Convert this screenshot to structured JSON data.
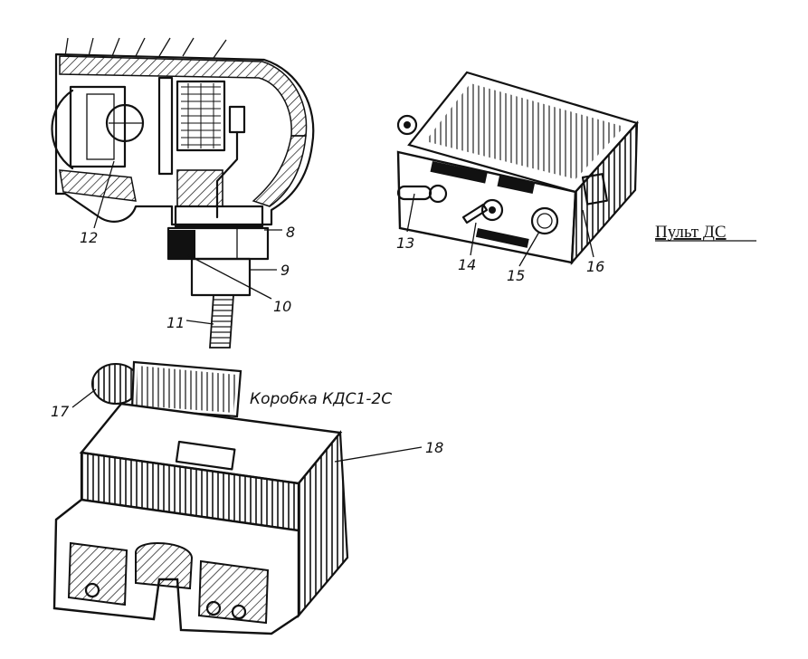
{
  "captions": {
    "pult": "Пульт ДС",
    "korobka": "Коробка КДС1-2С"
  },
  "callouts": {
    "c8": "8",
    "c9": "9",
    "c10": "10",
    "c11": "11",
    "c12": "12",
    "c13": "13",
    "c14": "14",
    "c15": "15",
    "c16": "16",
    "c17": "17",
    "c18": "18"
  },
  "colors": {
    "ink": "#111111",
    "paper": "#ffffff"
  }
}
